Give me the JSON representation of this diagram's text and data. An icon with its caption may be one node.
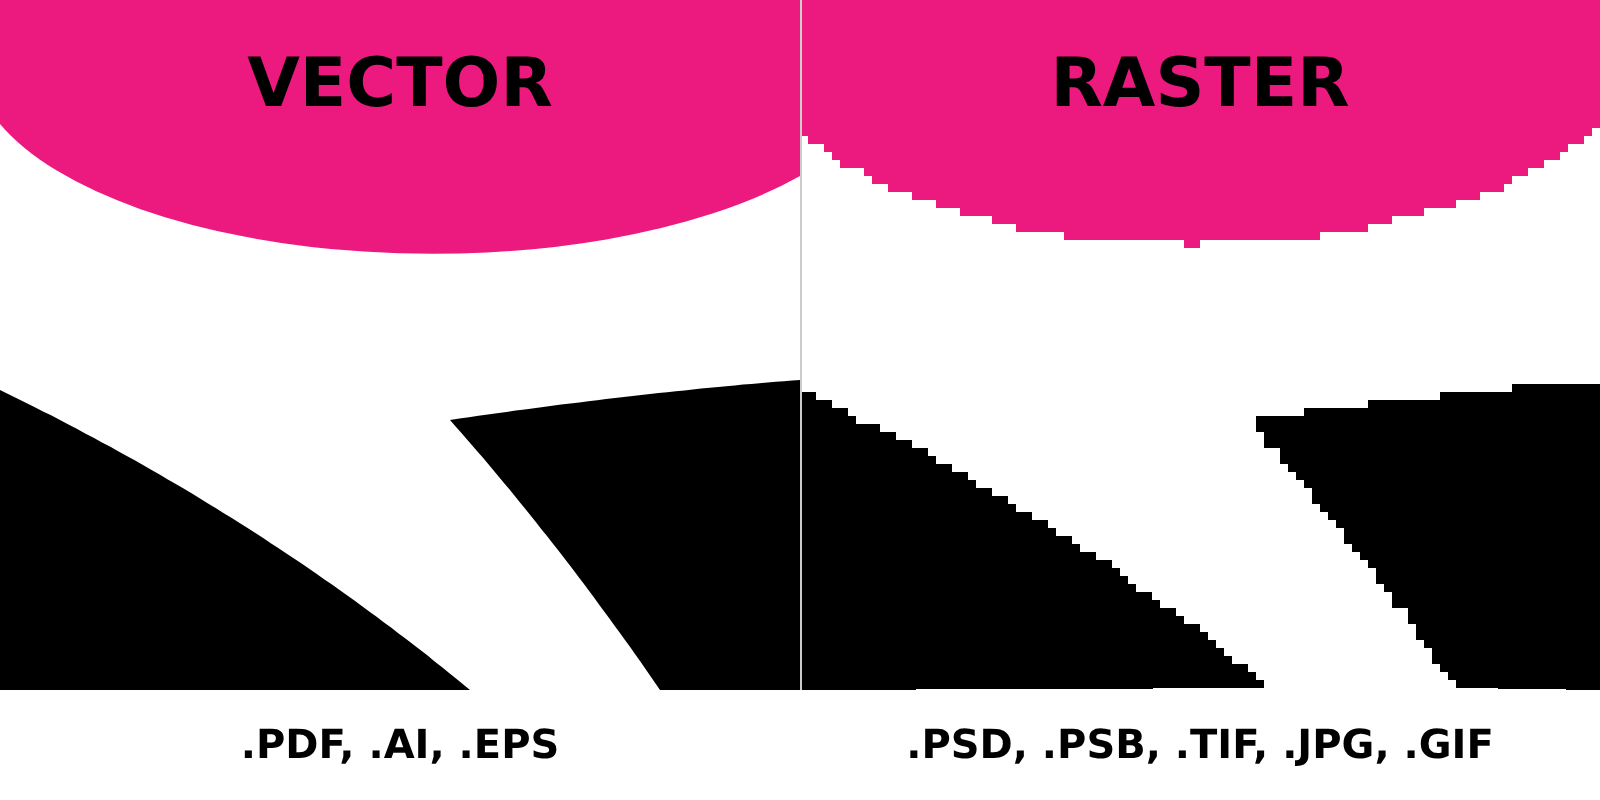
{
  "diagram": {
    "nodes": [
      {
        "text": [
          "VECTOR"
        ]
      },
      {
        "text": [
          "RASTER"
        ]
      }
    ],
    "edges": [],
    "labels": [
      ".PDF, .AI, .EPS",
      ".PSD, .PSB, .TIF, .JPG, .GIF"
    ]
  }
}
